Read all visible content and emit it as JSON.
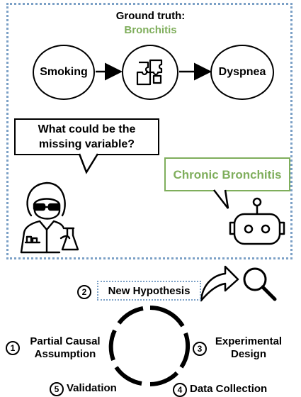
{
  "ground_truth": {
    "title": "Ground truth:",
    "value": "Bronchitis"
  },
  "nodes": {
    "left": "Smoking",
    "right": "Dyspnea"
  },
  "question": "What could be the missing variable?",
  "answer": "Chronic Bronchitis",
  "colors": {
    "accent_green": "#7fae5c",
    "dotted_blue": "#7ba0c6"
  },
  "icons": [
    "puzzle-icon",
    "scientist-icon",
    "robot-icon",
    "magnifier-icon",
    "curved-arrow-icon"
  ],
  "cycle": {
    "hypothesis": {
      "num": "2",
      "label": "New Hypothesis"
    },
    "steps": [
      {
        "num": "1",
        "line1": "Partial Causal",
        "line2": "Assumption"
      },
      {
        "num": "3",
        "line1": "Experimental",
        "line2": "Design"
      },
      {
        "num": "4",
        "line1": "Data Collection",
        "line2": ""
      },
      {
        "num": "5",
        "line1": "Validation",
        "line2": ""
      }
    ]
  }
}
